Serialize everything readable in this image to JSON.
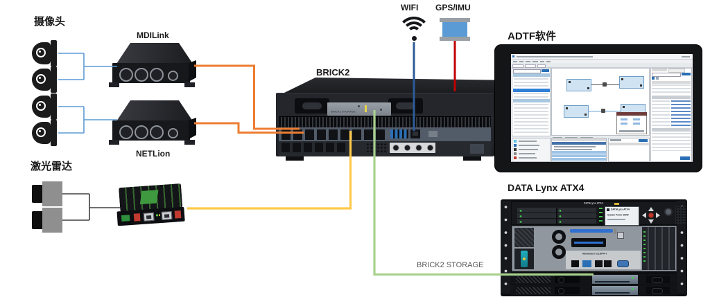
{
  "labels": {
    "cameras": "摄像头",
    "mdilink": "MDILink",
    "netlion": "NETLion",
    "lidar": "激光雷达",
    "brick2": "BRICK2",
    "wifi": "WIFI",
    "gps_imu": "GPS/IMU",
    "adtf": "ADTF软件",
    "datalynx": "DATA Lynx ATX4",
    "brick2_storage": "BRICK2 STORAGE"
  },
  "brick2_device": {
    "plate_label": "BRICK2 STORAGE"
  },
  "rack": {
    "brand_label": "DATALynx ATX4",
    "lcd_line1": "DATALynx ATX4",
    "lcd_line2": "System Power 280W",
    "mainboard_label": "Mainboard X11DPH-T"
  },
  "colors": {
    "camera_link": "#5B9BD5",
    "lidar_link": "#404040",
    "mdi_net_to_brick2": "#ED7D31",
    "converter_to_brick2": "#FFC94A",
    "wifi_to_brick2": "#2E5B97",
    "gps_to_brick2": "#C00000",
    "brick2_to_storage": "#A9D18E"
  },
  "connections": [
    {
      "from": "cameras 1-2",
      "to": "MDILink",
      "color": "#5B9BD5"
    },
    {
      "from": "cameras 3-4",
      "to": "NETLion",
      "color": "#5B9BD5"
    },
    {
      "from": "MDILink",
      "to": "BRICK2",
      "color": "#ED7D31"
    },
    {
      "from": "NETLion",
      "to": "BRICK2",
      "color": "#ED7D31"
    },
    {
      "from": "lidars 1-2",
      "to": "converter",
      "color": "#404040"
    },
    {
      "from": "converter",
      "to": "BRICK2",
      "color": "#FFC94A"
    },
    {
      "from": "WIFI",
      "to": "BRICK2",
      "color": "#2E5B97"
    },
    {
      "from": "GPS/IMU",
      "to": "BRICK2",
      "color": "#C00000"
    },
    {
      "from": "BRICK2",
      "to": "DATA Lynx ATX4 storage",
      "color": "#A9D18E",
      "label": "BRICK2 STORAGE"
    }
  ]
}
